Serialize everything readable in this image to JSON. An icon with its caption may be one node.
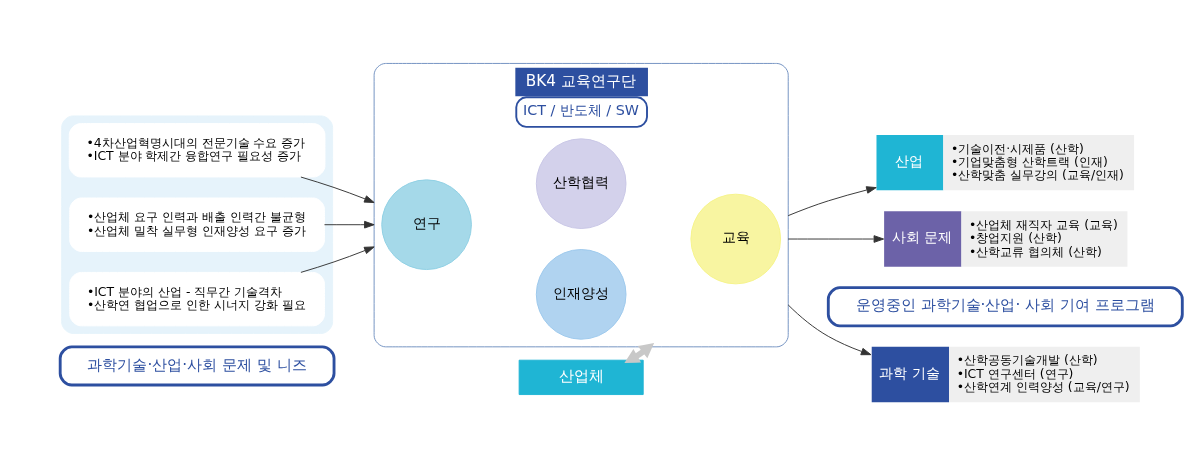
{
  "diagram": {
    "nodes": [
      {
        "text": [
          "과학기술·산업·사회 문제 및 니즈"
        ]
      },
      {
        "text": [],
        "shape": "box"
      },
      {
        "text": [
          "•4차산업혁명시대의 전문기술 수요 증가",
          "•ICT 분야 학제간 융합연구 필요성 증가"
        ],
        "in": 1
      },
      {
        "text": [
          "•산업체 요구 인력과 배출 인력간 불균형",
          "•산업체 밀착 실무형 인재양성 요구 증가"
        ],
        "in": 1
      },
      {
        "text": [
          "•ICT 분야의 산업 - 직무간 기술격차",
          "•산학연 협업으로 인한 시너지 강화 필요"
        ],
        "in": 1
      },
      {
        "text": [
          "BK4 교육연구단",
          "ICT / 반도체 / SW"
        ]
      },
      {
        "text": [
          "연구"
        ],
        "in": 5
      },
      {
        "text": [
          "인재양성"
        ],
        "in": 5
      },
      {
        "text": [
          "산학협력"
        ],
        "in": 5
      },
      {
        "text": [
          "교육"
        ],
        "in": 5
      },
      {
        "text": [
          "산업체"
        ]
      },
      {
        "text": [
          "운영중인 과학기술·산업· 사회 기여 프로그램"
        ]
      },
      {
        "text": [
          "과학 기술",
          "•산학공동기술개발 (산학)",
          "•ICT 연구센터 (연구)",
          "•산학연계 인력양성 (교육/연구)"
        ]
      },
      {
        "text": [
          "산업",
          "•기술이전·시제품 (산학)",
          "•기업맞춤형 산학트랙 (인재)",
          "•산학맞춤 실무강의 (교육/인재)"
        ]
      },
      {
        "text": [
          "사회 문제",
          "•산업체 재직자 교육 (교육)",
          "•창업지원 (산학)",
          "•산학교류 협의체 (산학)"
        ]
      }
    ],
    "edges": [
      {
        "from": 2,
        "to": 5,
        "arrow": "to"
      },
      {
        "from": 3,
        "to": 5,
        "arrow": "to"
      },
      {
        "from": 4,
        "to": 5,
        "arrow": "to"
      },
      {
        "from": 5,
        "to": 12,
        "arrow": "to"
      },
      {
        "from": 5,
        "to": 13,
        "arrow": "to"
      },
      {
        "from": 5,
        "to": 14,
        "arrow": "to"
      },
      {
        "from": 5,
        "to": 10,
        "arrow": "both",
        "style": "thick",
        "color": "#c8c8c8"
      }
    ]
  }
}
